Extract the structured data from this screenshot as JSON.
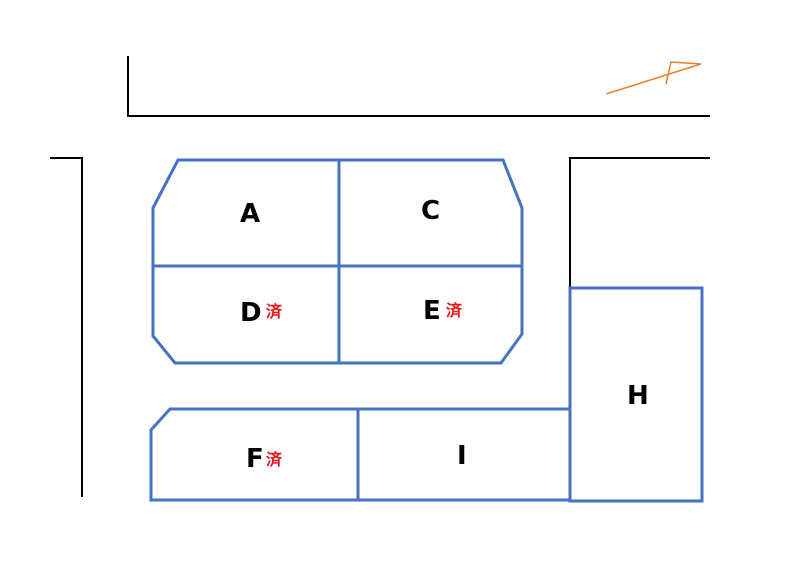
{
  "colors": {
    "lot_outline": "#4472c4",
    "road_edge": "#000000",
    "sold_mark": "#e8191c",
    "north_arrow": "#e8812f"
  },
  "north_arrow": {
    "icon": "north-arrow-icon"
  },
  "lots": {
    "A": {
      "label": "A",
      "mark": ""
    },
    "C": {
      "label": "C",
      "mark": ""
    },
    "D": {
      "label": "D",
      "mark": "済"
    },
    "E": {
      "label": "E",
      "mark": "済"
    },
    "F": {
      "label": "F",
      "mark": "済"
    },
    "I": {
      "label": "I",
      "mark": ""
    },
    "H": {
      "label": "H",
      "mark": ""
    }
  }
}
